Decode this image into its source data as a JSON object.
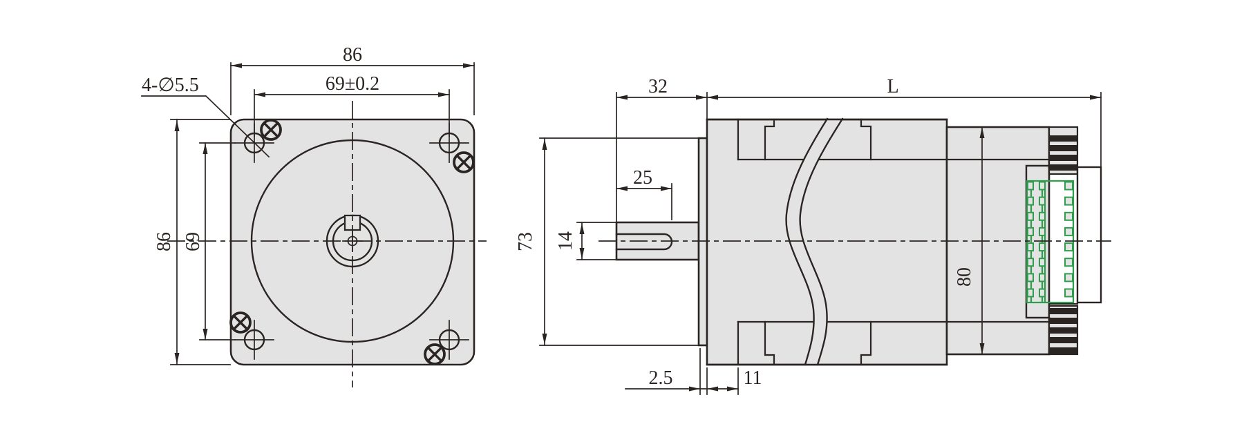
{
  "front_view": {
    "width_dim": "86",
    "bolt_spacing_h_dim": "69±0.2",
    "holes_label": "4-∅5.5",
    "height_dim": "86",
    "bolt_spacing_v_dim": "69"
  },
  "side_view": {
    "front_length_dim": "32",
    "body_length_dim": "L",
    "flat_length_dim": "25",
    "pilot_dia_dim": "73",
    "shaft_dia_dim": "14",
    "rear_width_dim": "80",
    "pilot_thickness_dim": "2.5",
    "front_cap_dim": "11"
  },
  "connector": {
    "pin_count": 8
  },
  "colors": {
    "line": "#2a2422",
    "fill": "#e4e3e4",
    "green": "#2f9e4c",
    "background": "#ffffff"
  }
}
